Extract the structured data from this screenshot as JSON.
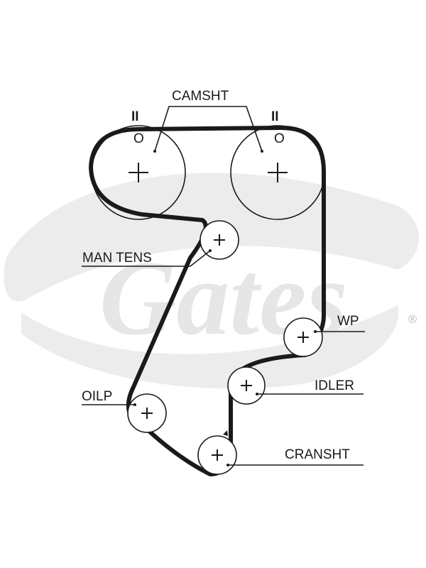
{
  "brand": {
    "watermark": "Gates",
    "registered": "®"
  },
  "labels": {
    "camshaft": "CAMSHT",
    "manual_tensioner": "MAN TENS",
    "water_pump": "WP",
    "idler": "IDLER",
    "oil_pump": "OILP",
    "crankshaft": "CRANSHT"
  },
  "timing_marks": {
    "left_cam_top": "II",
    "right_cam_top": "II",
    "left_cam_circle": "O",
    "right_cam_circle": "O"
  },
  "colors": {
    "ink": "#1a1a1a",
    "watermark": "#e6e6e6"
  }
}
